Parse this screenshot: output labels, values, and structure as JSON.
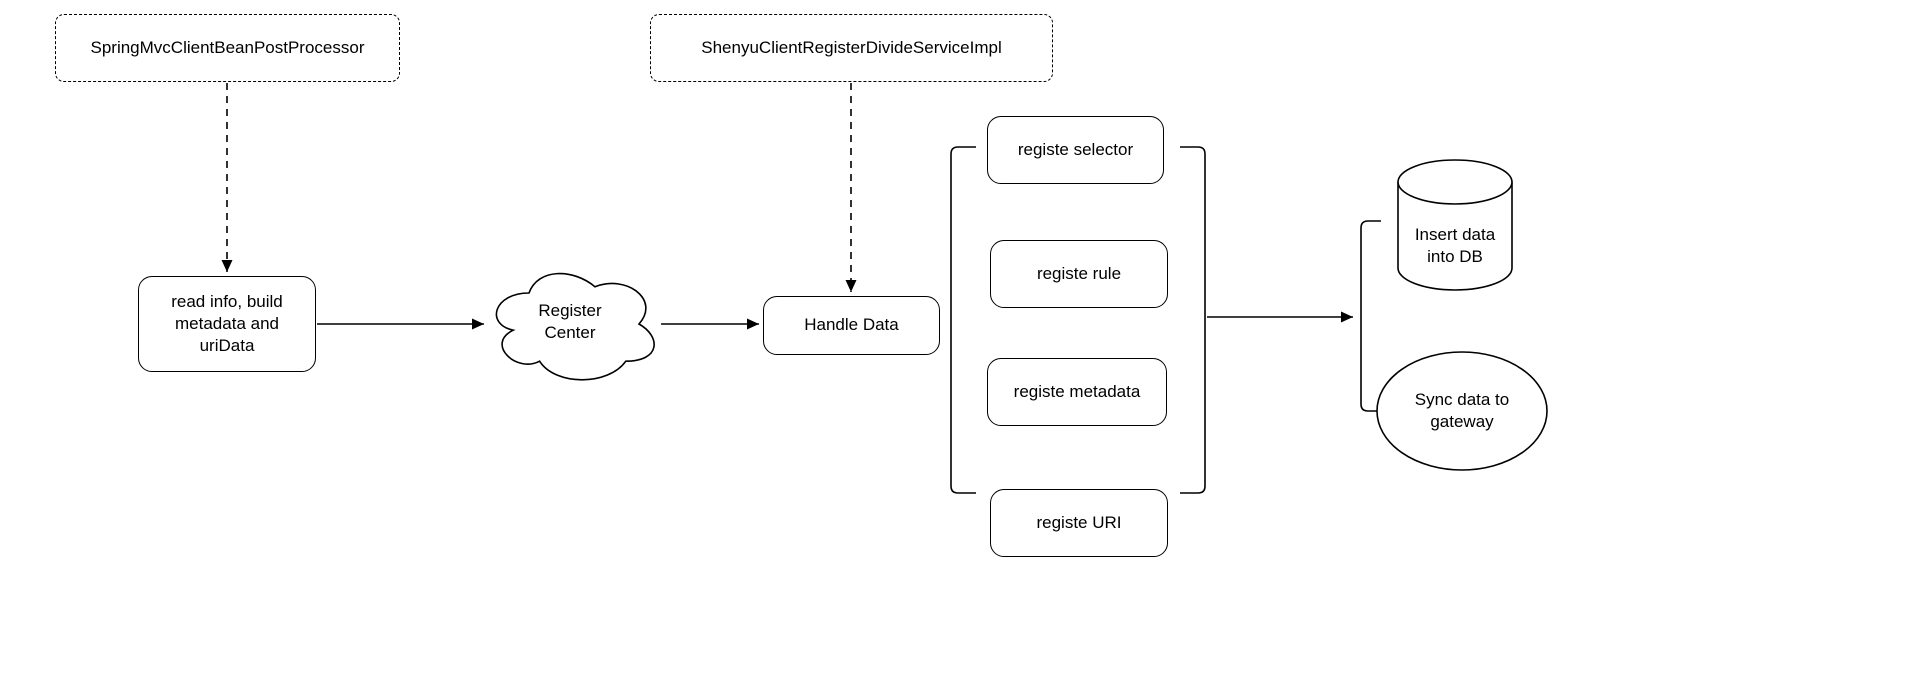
{
  "diagram": {
    "nodes": {
      "spring_processor": {
        "label": "SpringMvcClientBeanPostProcessor"
      },
      "shenyu_service": {
        "label": "ShenyuClientRegisterDivideServiceImpl"
      },
      "read_info": {
        "label": "read info, build metadata and uriData"
      },
      "register_center": {
        "label": "Register Center"
      },
      "handle_data": {
        "label": "Handle Data"
      },
      "registe_selector": {
        "label": "registe selector"
      },
      "registe_rule": {
        "label": "registe rule"
      },
      "registe_metadata": {
        "label": "registe metadata"
      },
      "registe_uri": {
        "label": "registe URI"
      },
      "insert_db": {
        "label": "Insert data into DB"
      },
      "sync_gateway": {
        "label": "Sync data to gateway"
      }
    },
    "groups": {
      "registe_group": [
        "registe_selector",
        "registe_rule",
        "registe_metadata",
        "registe_uri"
      ],
      "output_group": [
        "insert_db",
        "sync_gateway"
      ]
    },
    "edges": [
      {
        "from": "spring_processor",
        "to": "read_info",
        "style": "dashed",
        "direction": "down"
      },
      {
        "from": "read_info",
        "to": "register_center",
        "style": "solid",
        "direction": "right"
      },
      {
        "from": "register_center",
        "to": "handle_data",
        "style": "solid",
        "direction": "right"
      },
      {
        "from": "shenyu_service",
        "to": "handle_data",
        "style": "dashed",
        "direction": "down"
      },
      {
        "from": "registe_group",
        "to": "output_group",
        "style": "solid",
        "direction": "right"
      }
    ],
    "colors": {
      "stroke": "#000000",
      "fill": "#ffffff",
      "text": "#000000",
      "background": "#ffffff"
    }
  }
}
